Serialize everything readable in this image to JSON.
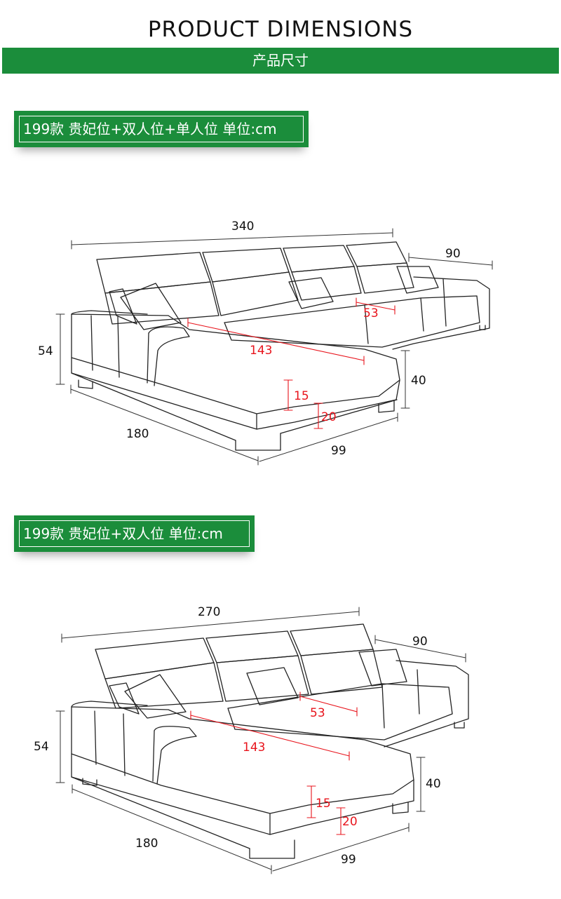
{
  "header": {
    "title": "PRODUCT DIMENSIONS",
    "subtitle": "产品尺寸"
  },
  "sections": [
    {
      "label": "199款 贵妃位+双人位+单人位 单位:cm",
      "dims": {
        "total_width": "340",
        "depth": "90",
        "seat_depth": "53",
        "chaise_length": "143",
        "back_height": "54",
        "seat_height": "40",
        "cushion": "15",
        "base": "20",
        "chaise_depth": "180",
        "chaise_width": "99"
      }
    },
    {
      "label": "199款 贵妃位+双人位 单位:cm",
      "dims": {
        "total_width": "270",
        "depth": "90",
        "seat_depth": "53",
        "chaise_length": "143",
        "back_height": "54",
        "seat_height": "40",
        "cushion": "15",
        "base": "20",
        "chaise_depth": "180",
        "chaise_width": "99"
      }
    }
  ],
  "colors": {
    "band": "#1b8d3b",
    "measure_red": "#e8141c",
    "line": "#222222"
  }
}
